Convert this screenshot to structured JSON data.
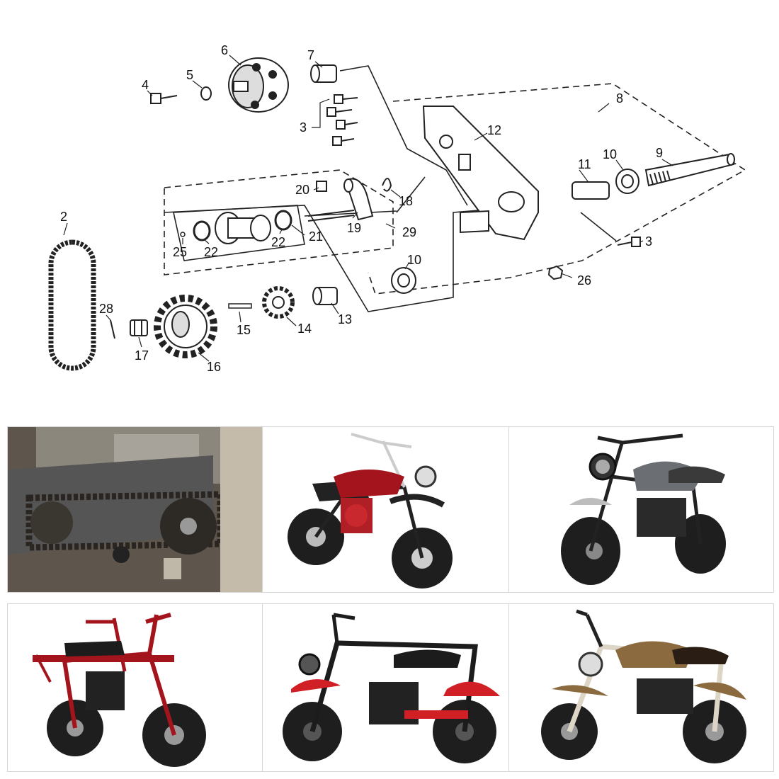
{
  "callouts": {
    "c2": "2",
    "c3a": "3",
    "c3b": "3",
    "c4": "4",
    "c5": "5",
    "c6": "6",
    "c7": "7",
    "c8": "8",
    "c9": "9",
    "c10a": "10",
    "c10b": "10",
    "c11": "11",
    "c12": "12",
    "c13": "13",
    "c14": "14",
    "c15": "15",
    "c16": "16",
    "c17": "17",
    "c18": "18",
    "c19": "19",
    "c20": "20",
    "c21": "21",
    "c22a": "22",
    "c22b": "22",
    "c25": "25",
    "c26": "26",
    "c28": "28",
    "c29": "29"
  },
  "colors": {
    "line": "#222222",
    "red_frame": "#a3141c",
    "black_frame": "#1c1c1c",
    "gray_tank": "#6b6f73",
    "camo_tank": "#8a6a3e",
    "tire": "#1e1e1e",
    "photo_bg": "#6f6456"
  },
  "tiles": [
    {
      "name": "installed-drive-photo",
      "theme": "photo"
    },
    {
      "name": "red-minibike-side",
      "theme": "red"
    },
    {
      "name": "gray-minibike-front",
      "theme": "gray"
    },
    {
      "name": "red-frame-minibike-rack",
      "theme": "redframe"
    },
    {
      "name": "black-red-minibike",
      "theme": "black"
    },
    {
      "name": "camo-minibike",
      "theme": "camo"
    }
  ]
}
